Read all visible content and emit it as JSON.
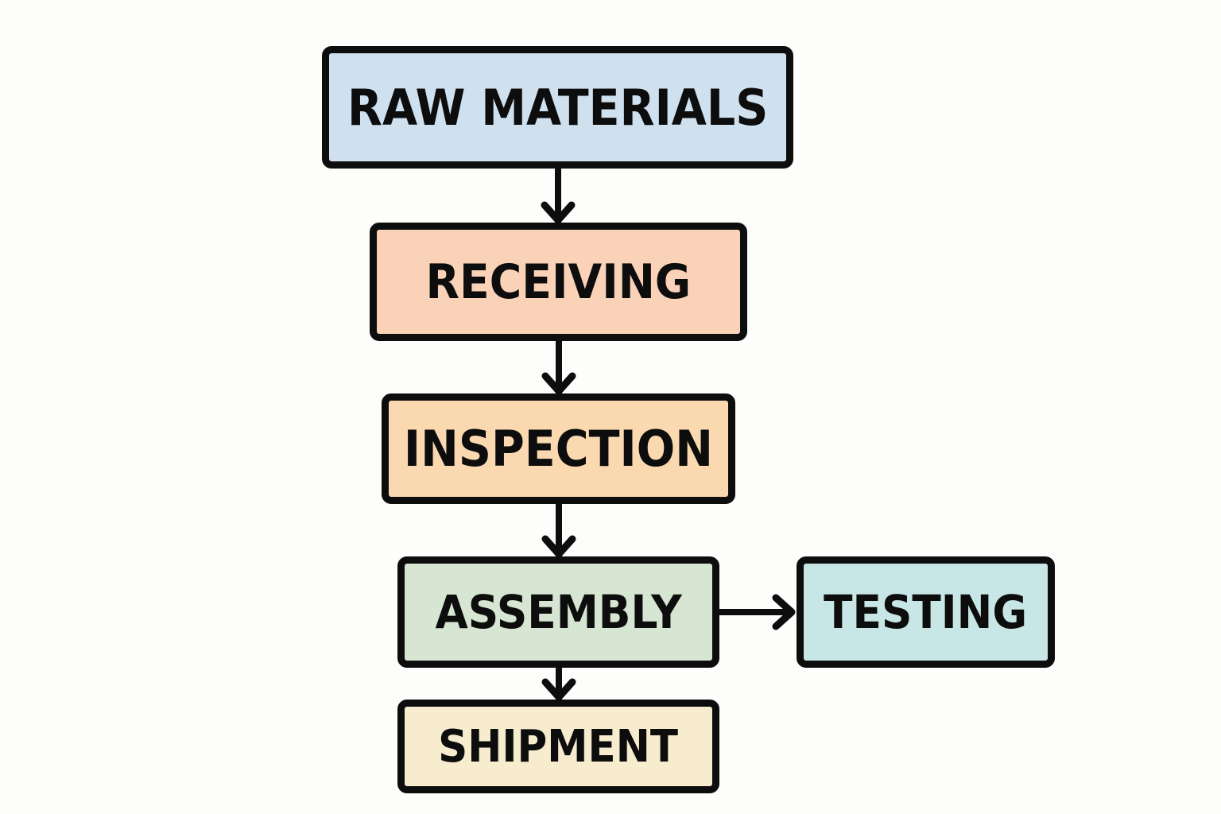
{
  "diagram": {
    "type": "flowchart",
    "nodes": [
      {
        "id": "raw-materials",
        "label": "RAW MATERIALS",
        "color": "#cfe0ee"
      },
      {
        "id": "receiving",
        "label": "RECEIVING",
        "color": "#f9d2b8"
      },
      {
        "id": "inspection",
        "label": "INSPECTION",
        "color": "#fbd9b0"
      },
      {
        "id": "assembly",
        "label": "ASSEMBLY",
        "color": "#d6e6d2"
      },
      {
        "id": "testing",
        "label": "TESTING",
        "color": "#c8e6e6"
      },
      {
        "id": "shipment",
        "label": "SHIPMENT",
        "color": "#f7ecce"
      }
    ],
    "edges": [
      {
        "from": "raw-materials",
        "to": "receiving"
      },
      {
        "from": "receiving",
        "to": "inspection"
      },
      {
        "from": "inspection",
        "to": "assembly"
      },
      {
        "from": "assembly",
        "to": "testing"
      },
      {
        "from": "assembly",
        "to": "shipment"
      }
    ],
    "stroke_color": "#0d0d0d"
  }
}
